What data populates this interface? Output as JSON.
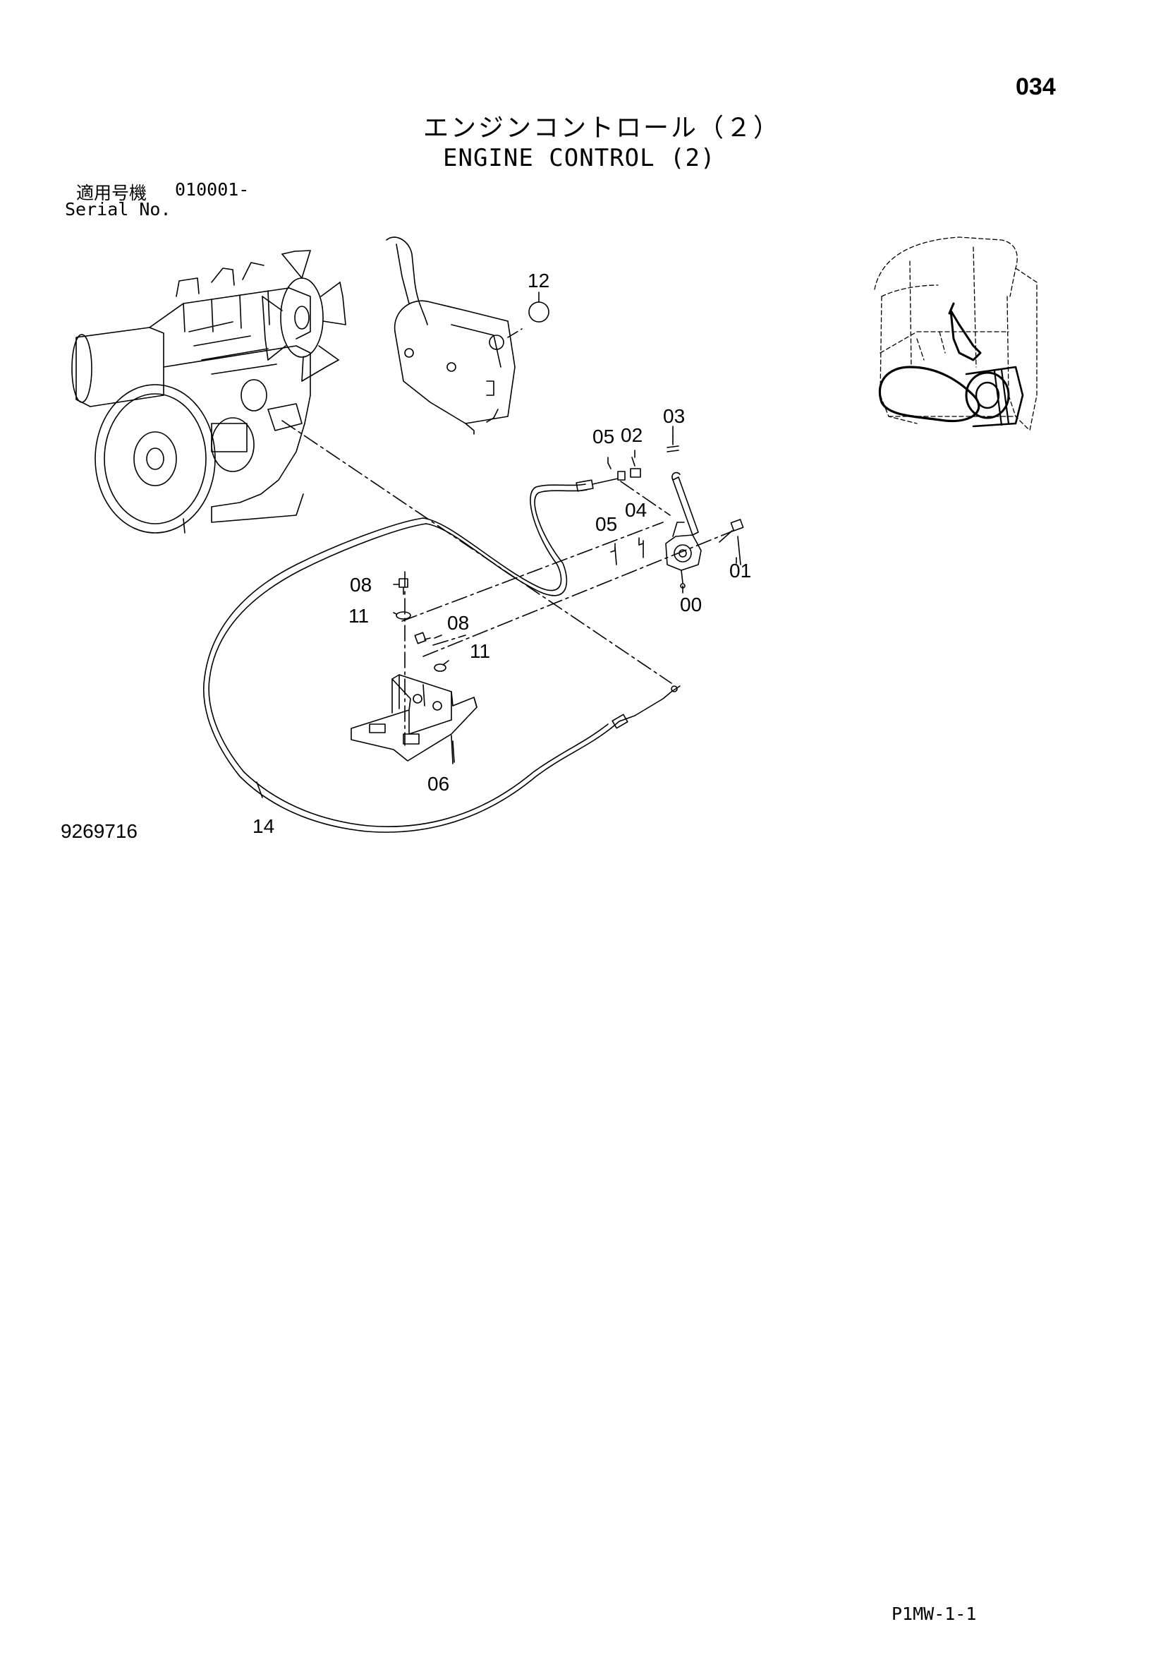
{
  "page": {
    "number": "034",
    "title_ja": "エンジンコントロール（２）",
    "title_en": "ENGINE CONTROL (2)",
    "serial_label_ja": "適用号機",
    "serial_range": "010001-",
    "serial_label_en": "Serial No.",
    "figure_number": "9269716",
    "page_code": "P1MW-1-1"
  },
  "callouts": {
    "c12": "12",
    "c03": "03",
    "c05a": "05",
    "c02": "02",
    "c05b": "05",
    "c04": "04",
    "c01": "01",
    "c00": "00",
    "c08a": "08",
    "c11a": "11",
    "c08b": "08",
    "c11b": "11",
    "c06": "06",
    "c14": "14"
  }
}
